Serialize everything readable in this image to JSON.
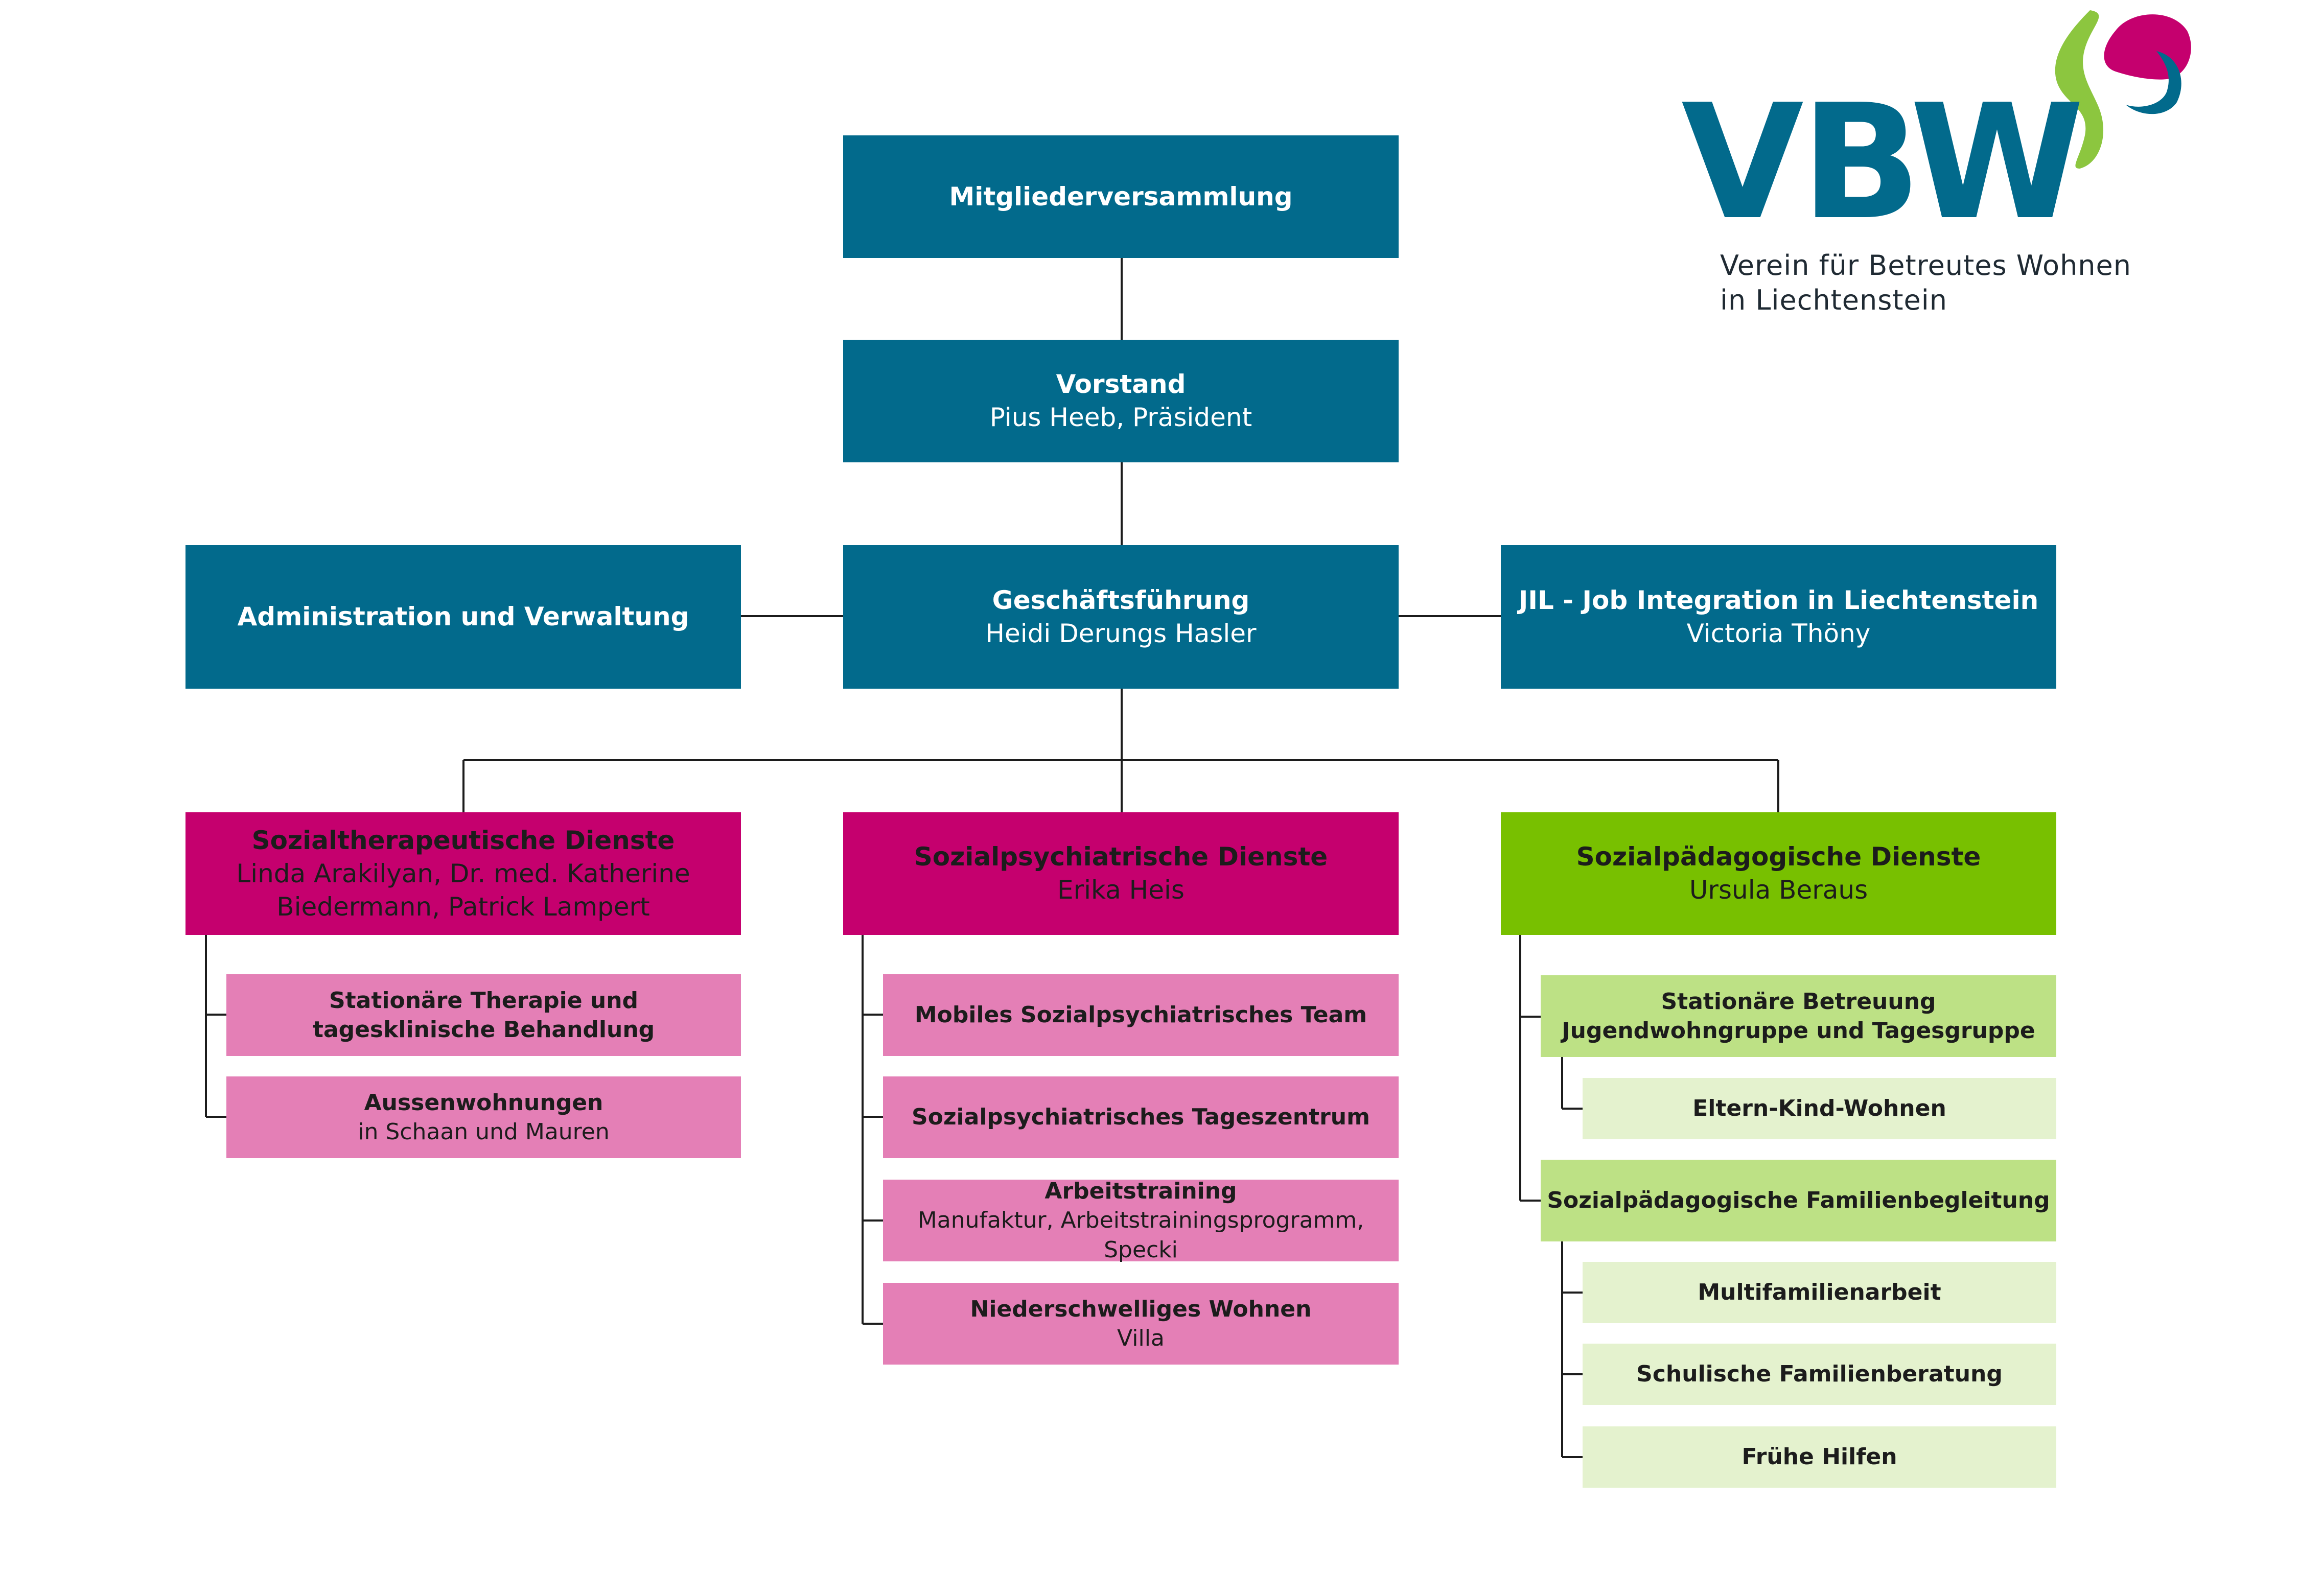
{
  "logo": {
    "wordmark": "VBW",
    "line1": "Verein für Betreutes Wohnen",
    "line2": "in Liechtenstein",
    "colors": {
      "blue": "#026a8c",
      "green": "#8cc63f",
      "magenta": "#c5006e"
    }
  },
  "top": {
    "members": {
      "title": "Mitgliederversammlung"
    },
    "board": {
      "title": "Vorstand",
      "person": "Pius Heeb, Präsident"
    },
    "management": {
      "title": "Geschäftsführung",
      "person": "Heidi Derungs Hasler"
    },
    "admin": {
      "title": "Administration und Verwaltung"
    },
    "jil": {
      "title": "JIL - Job Integration in Liechtenstein",
      "person": "Victoria Thöny"
    }
  },
  "departments": {
    "sozialtherapeutisch": {
      "title": "Sozialtherapeutische Dienste",
      "person_line1": "Linda Arakilyan, Dr. med. Katherine",
      "person_line2": "Biedermann, Patrick Lampert",
      "units": [
        {
          "line1": "Stationäre Therapie und",
          "line2": "tagesklinische Behandlung"
        },
        {
          "line1": "Aussenwohnungen",
          "line2": "in Schaan und Mauren"
        }
      ]
    },
    "sozialpsychiatrisch": {
      "title": "Sozialpsychiatrische Dienste",
      "person": "Erika Heis",
      "units": [
        {
          "line1": "Mobiles Sozialpsychiatrisches Team"
        },
        {
          "line1": "Sozialpsychiatrisches Tageszentrum"
        },
        {
          "line1": "Arbeitstraining",
          "line2": "Manufaktur, Arbeitstrainingsprogramm, Specki"
        },
        {
          "line1": "Niederschwelliges Wohnen",
          "line2": "Villa"
        }
      ]
    },
    "sozialpaedagogisch": {
      "title": "Sozialpädagogische Dienste",
      "person": "Ursula Beraus",
      "units": [
        {
          "line1": "Stationäre Betreuung",
          "line2": "Jugendwohngruppe und Tagesgruppe",
          "sub": [
            {
              "line1": "Eltern-Kind-Wohnen"
            }
          ]
        },
        {
          "line1": "Sozialpädagogische Familienbegleitung",
          "sub": [
            {
              "line1": "Multifamilienarbeit"
            },
            {
              "line1": "Schulische Familienberatung"
            },
            {
              "line1": "Frühe Hilfen"
            }
          ]
        }
      ]
    }
  }
}
